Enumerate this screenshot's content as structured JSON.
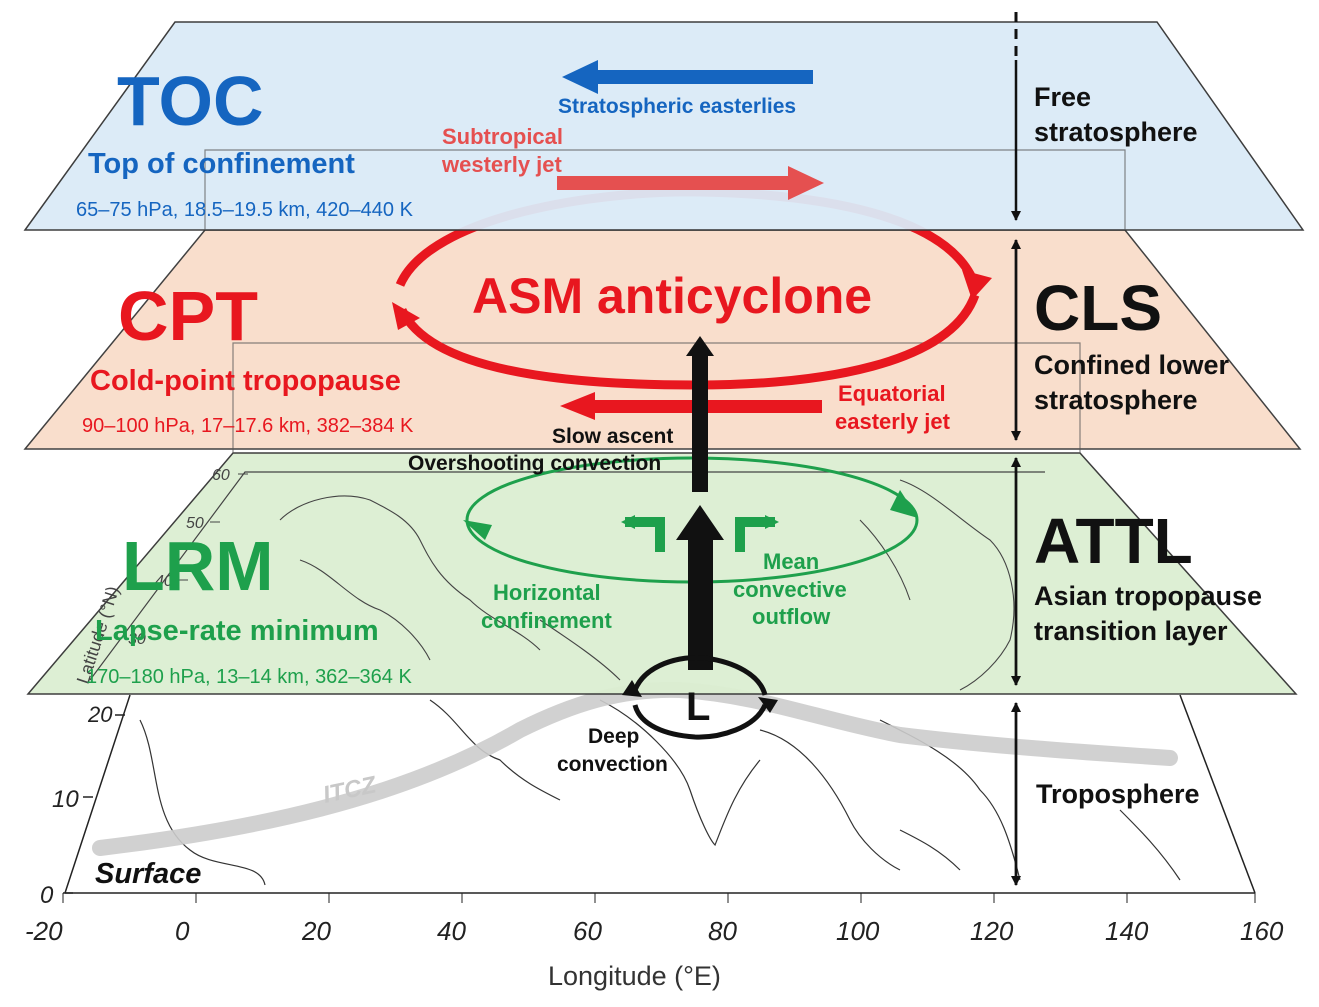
{
  "colors": {
    "toc": "#1565c0",
    "cpt": "#e8171f",
    "lrm": "#1ea04c",
    "toc_plane": "#dbeaf7",
    "cls_plane": "#f9dcc9",
    "attl_plane": "#dcefd2",
    "dark": "#111111"
  },
  "layers": {
    "toc": {
      "abbr": "TOC",
      "name": "Top of confinement",
      "range": "65–75 hPa, 18.5–19.5 km, 420–440 K"
    },
    "cpt": {
      "abbr": "CPT",
      "name": "Cold-point tropopause",
      "range": "90–100 hPa, 17–17.6 km, 382–384 K"
    },
    "lrm": {
      "abbr": "LRM",
      "name": "Lapse-rate minimum",
      "range": "170–180 hPa, 13–14 km, 362–364 K"
    },
    "surface": "Surface"
  },
  "right_labels": {
    "free_strat_1": "Free",
    "free_strat_2": "stratosphere",
    "cls_abbr": "CLS",
    "cls_1": "Confined lower",
    "cls_2": "stratosphere",
    "attl_abbr": "ATTL",
    "attl_1": "Asian tropopause",
    "attl_2": "transition layer",
    "troposphere": "Troposphere"
  },
  "flows": {
    "strat_easterlies": "Stratospheric easterlies",
    "subtrop_jet_1": "Subtropical",
    "subtrop_jet_2": "westerly jet",
    "anticyclone": "ASM anticyclone",
    "eq_jet_1": "Equatorial",
    "eq_jet_2": "easterly jet",
    "slow_ascent": "Slow ascent",
    "overshooting": "Overshooting convection",
    "horiz_1": "Horizontal",
    "horiz_2": "confinement",
    "mean_1": "Mean",
    "mean_2": "convective",
    "mean_3": "outflow",
    "low": "L",
    "deep_1": "Deep",
    "deep_2": "convection",
    "itcz": "ITCZ"
  },
  "map_axes": {
    "xlabel": "Longitude (°E)",
    "ylabel": "Latitude (°N)",
    "x_ticks": [
      "-20",
      "0",
      "20",
      "40",
      "60",
      "80",
      "100",
      "120",
      "140",
      "160"
    ],
    "y_ticks_surface": [
      "0",
      "10",
      "20"
    ],
    "y_ticks_upper": [
      "30",
      "40",
      "50",
      "60"
    ]
  }
}
